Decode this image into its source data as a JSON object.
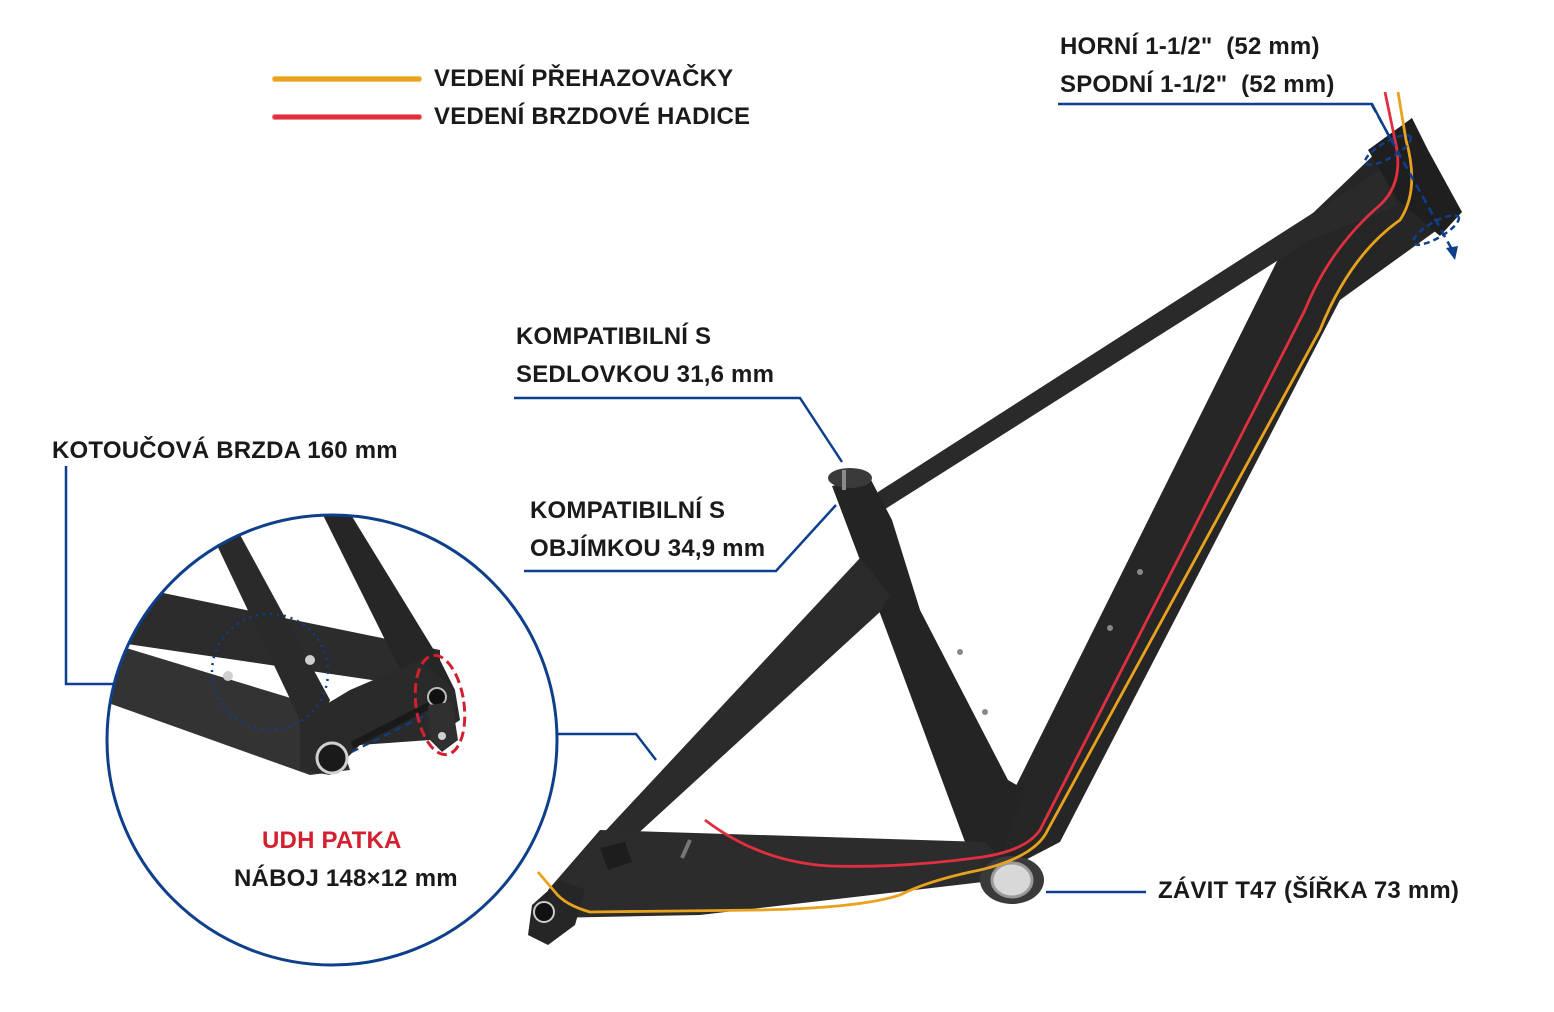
{
  "legend": {
    "items": [
      {
        "label": "VEDENÍ PŘEHAZOVAČKY",
        "color": "#e8a21e"
      },
      {
        "label": "VEDENÍ BRZDOVÉ HADICE",
        "color": "#e03040"
      }
    ]
  },
  "labels": {
    "headset_top": "HORNÍ 1-1/2\"  (52 mm)",
    "headset_bottom": "SPODNÍ 1-1/2\"  (52 mm)",
    "seatpost_line1": "KOMPATIBILNÍ S",
    "seatpost_line2": "SEDLOVKOU 31,6 mm",
    "clamp_line1": "KOMPATIBILNÍ S",
    "clamp_line2": "OBJÍMKOU 34,9 mm",
    "disc_brake": "KOTOUČOVÁ BRZDA 160 mm",
    "udh": "UDH PATKA",
    "hub": "NÁBOJ 148×12 mm",
    "bb": "ZÁVIT T47 (ŠÍŘKA 73 mm)"
  },
  "colors": {
    "leader": "#0d3f8c",
    "frame": "#262626",
    "derailleur_cable": "#e8a21e",
    "brake_hose": "#e03040",
    "udh_highlight": "#d32030"
  }
}
